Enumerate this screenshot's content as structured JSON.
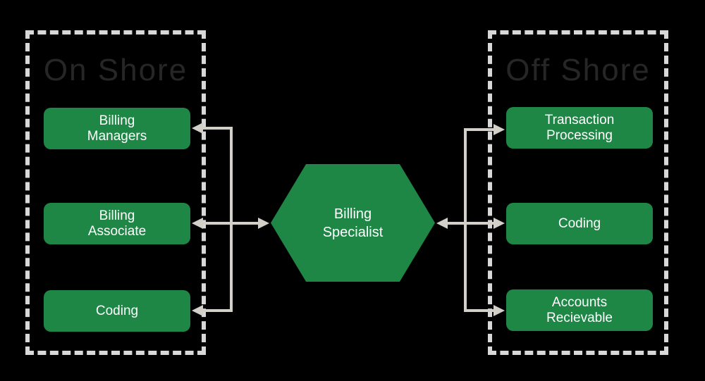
{
  "colors": {
    "background": "#000000",
    "green": "#1e8745",
    "arrow": "#d3d0ca",
    "dashed_border": "#d8d8d8",
    "title_text": "#262626",
    "box_text": "#ffffff"
  },
  "onshore": {
    "title": "On Shore",
    "items": [
      {
        "label": "Billing\nManagers"
      },
      {
        "label": "Billing\nAssociate"
      },
      {
        "label": "Coding"
      }
    ]
  },
  "center": {
    "label": "Billing\nSpecialist"
  },
  "offshore": {
    "title": "Off Shore",
    "items": [
      {
        "label": "Transaction\nProcessing"
      },
      {
        "label": "Coding"
      },
      {
        "label": "Accounts\nRecievable"
      }
    ]
  }
}
